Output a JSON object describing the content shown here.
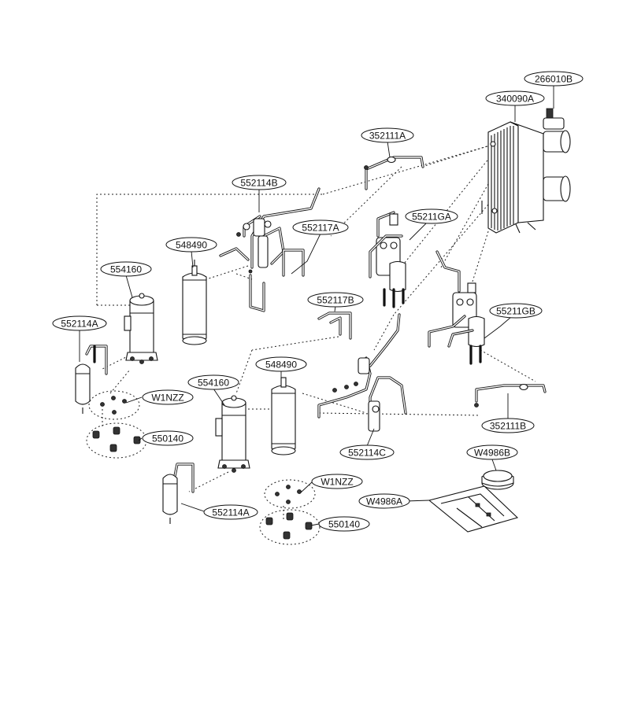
{
  "labels": {
    "p266010B": "266010B",
    "p340090A": "340090A",
    "p352111A": "352111A",
    "p552114B": "552114B",
    "p55211GA": "55211GA",
    "p552117A": "552117A",
    "p548490_top": "548490",
    "p554160_top": "554160",
    "p552117B": "552117B",
    "p552114A_top": "552114A",
    "p55211GB": "55211GB",
    "p548490_bottom": "548490",
    "p554160_bottom": "554160",
    "pW1NZZ_top": "W1NZZ",
    "p550140_top": "550140",
    "p352111B": "352111B",
    "p552114C": "552114C",
    "pW4986B": "W4986B",
    "pW4986A": "W4986A",
    "pW1NZZ_bottom": "W1NZZ",
    "p552114A_bottom": "552114A",
    "p550140_bottom": "550140"
  }
}
